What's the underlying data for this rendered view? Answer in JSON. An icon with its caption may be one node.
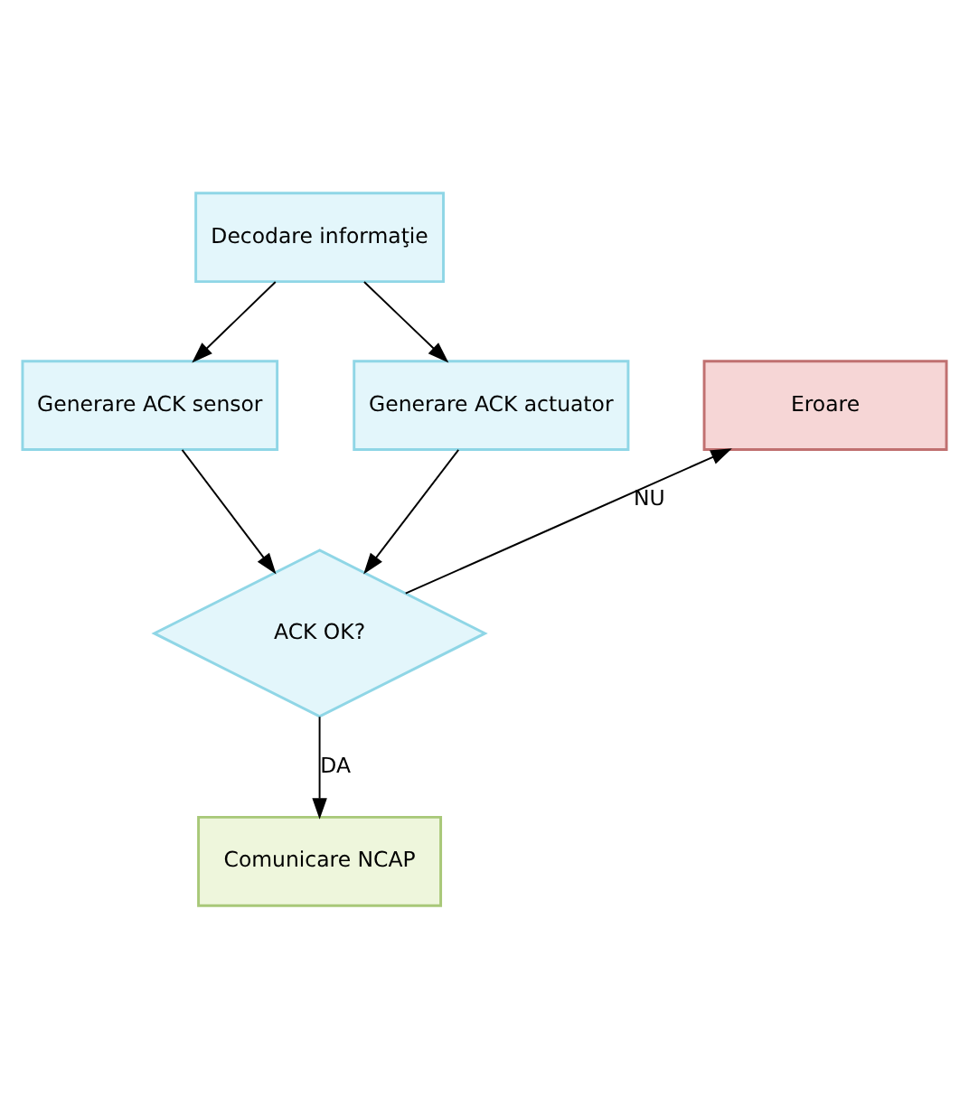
{
  "diagram": {
    "nodes": [
      {
        "text": [
          "Decodare informaţie"
        ]
      },
      {
        "text": [
          "Generare ACK sensor"
        ]
      },
      {
        "text": [
          "Generare ACK actuator"
        ]
      },
      {
        "text": [
          "Eroare"
        ]
      },
      {
        "text": [
          "ACK OK?"
        ]
      },
      {
        "text": [
          "Comunicare NCAP"
        ]
      }
    ],
    "edges": [
      {
        "from": 0,
        "to": 1,
        "arrow": "to"
      },
      {
        "from": 0,
        "to": 2,
        "arrow": "to"
      },
      {
        "from": 1,
        "to": 4,
        "arrow": "to"
      },
      {
        "from": 2,
        "to": 4,
        "arrow": "to"
      },
      {
        "from": 4,
        "to": 3,
        "arrow": "to",
        "label": "NU"
      },
      {
        "from": 4,
        "to": 5,
        "arrow": "to",
        "label": "DA"
      }
    ]
  }
}
